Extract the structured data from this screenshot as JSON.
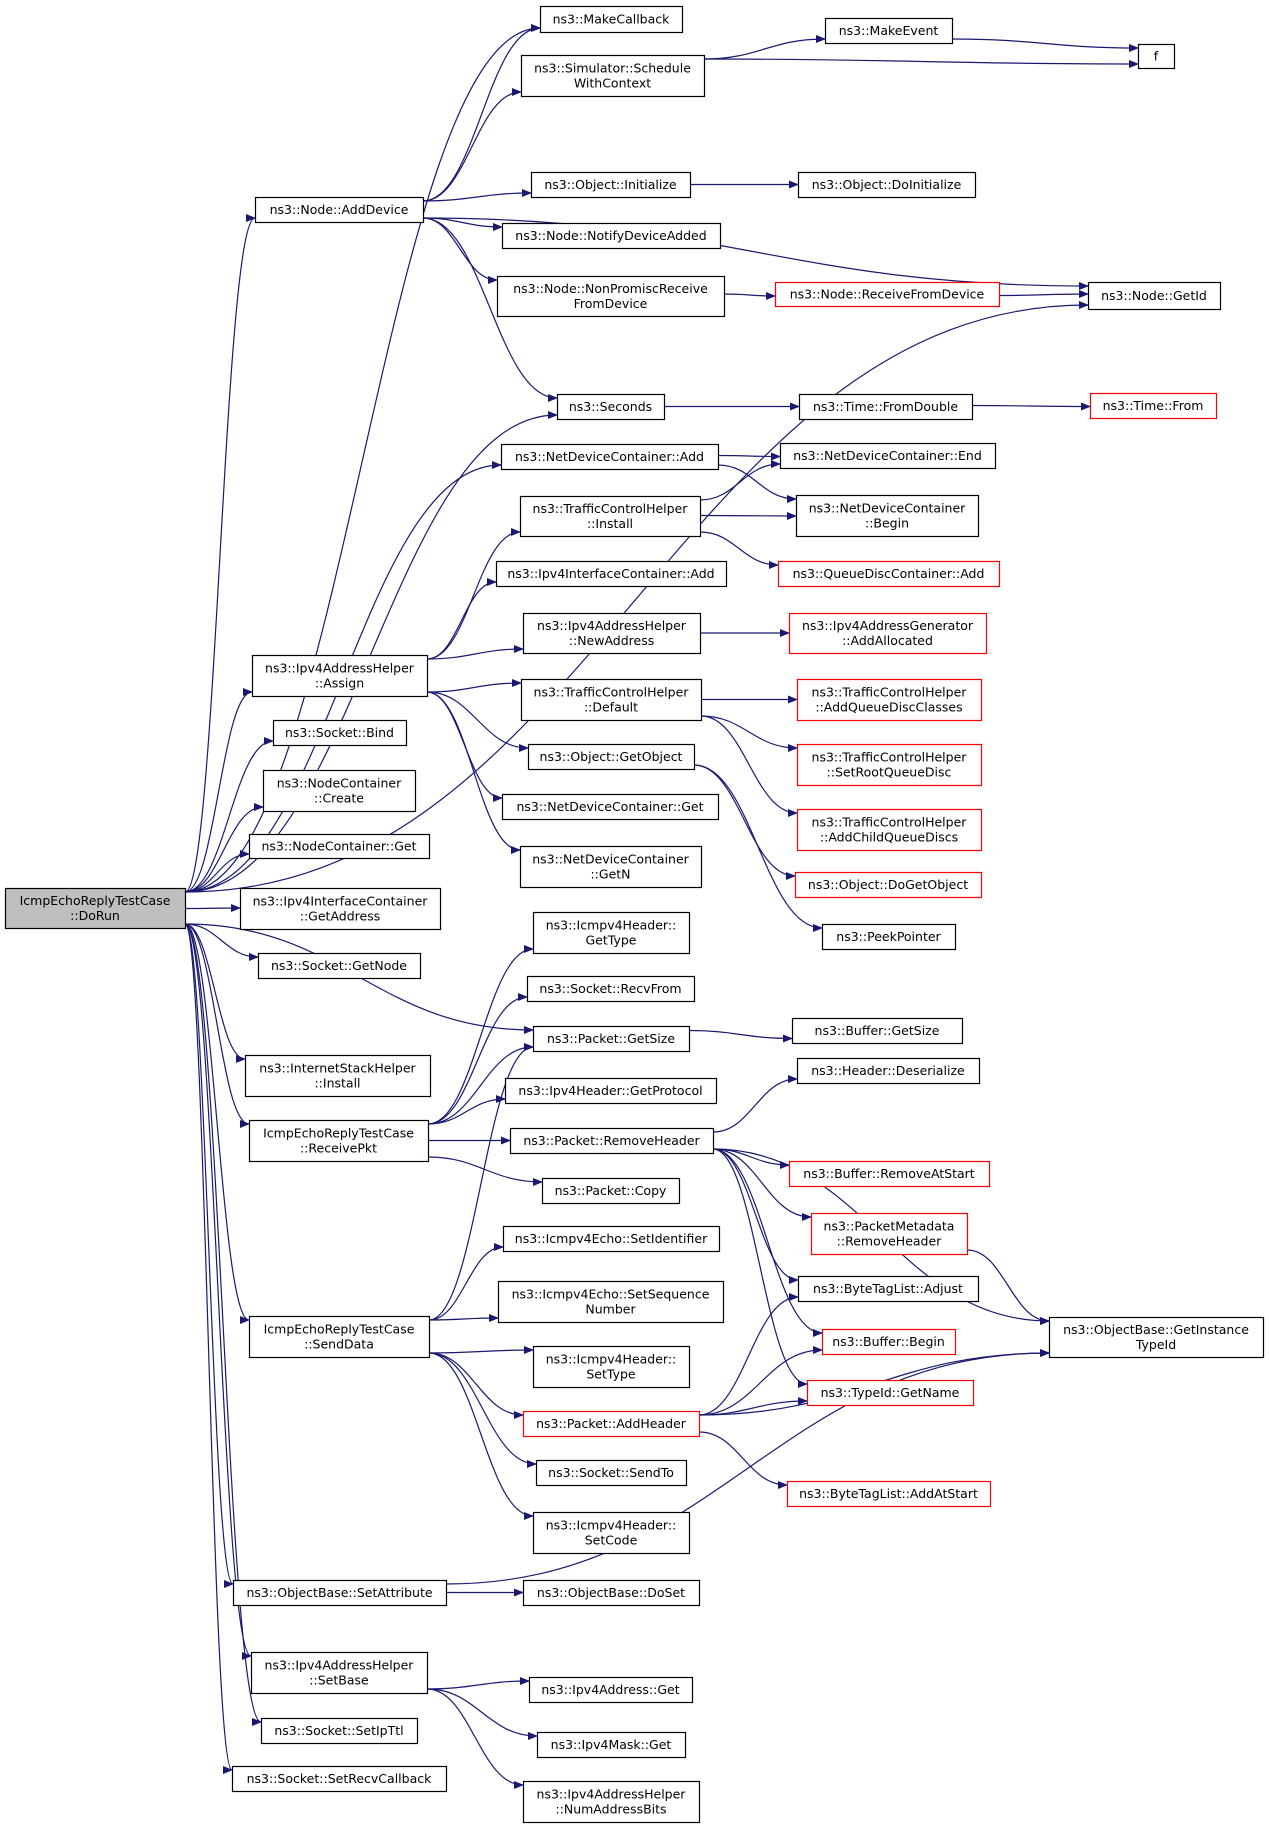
{
  "colors": {
    "edge": "#191970",
    "box_border_default": "#000000",
    "box_border_truncated": "#ff0000",
    "root_fill": "#bfbfbf",
    "box_fill": "#ffffff",
    "text": "#000000"
  },
  "nodes": [
    {
      "id": "root",
      "lines": [
        "IcmpEchoReplyTestCase",
        "::DoRun"
      ],
      "style": "root"
    },
    {
      "id": "makecallback",
      "lines": [
        "ns3::MakeCallback"
      ],
      "style": "normal"
    },
    {
      "id": "schedwc",
      "lines": [
        "ns3::Simulator::Schedule",
        "WithContext"
      ],
      "style": "normal"
    },
    {
      "id": "makeevent",
      "lines": [
        "ns3::MakeEvent"
      ],
      "style": "normal"
    },
    {
      "id": "f",
      "lines": [
        "f"
      ],
      "style": "normal"
    },
    {
      "id": "adddevice",
      "lines": [
        "ns3::Node::AddDevice"
      ],
      "style": "normal"
    },
    {
      "id": "objinit",
      "lines": [
        "ns3::Object::Initialize"
      ],
      "style": "normal"
    },
    {
      "id": "doinit",
      "lines": [
        "ns3::Object::DoInitialize"
      ],
      "style": "normal"
    },
    {
      "id": "notifydev",
      "lines": [
        "ns3::Node::NotifyDeviceAdded"
      ],
      "style": "normal"
    },
    {
      "id": "nonpromisc",
      "lines": [
        "ns3::Node::NonPromiscReceive",
        "FromDevice"
      ],
      "style": "normal"
    },
    {
      "id": "recvfromdev",
      "lines": [
        "ns3::Node::ReceiveFromDevice"
      ],
      "style": "red"
    },
    {
      "id": "getid",
      "lines": [
        "ns3::Node::GetId"
      ],
      "style": "normal"
    },
    {
      "id": "seconds",
      "lines": [
        "ns3::Seconds"
      ],
      "style": "normal"
    },
    {
      "id": "fromdouble",
      "lines": [
        "ns3::Time::FromDouble"
      ],
      "style": "normal"
    },
    {
      "id": "timefrom",
      "lines": [
        "ns3::Time::From"
      ],
      "style": "red"
    },
    {
      "id": "ndcadd",
      "lines": [
        "ns3::NetDeviceContainer::Add"
      ],
      "style": "normal"
    },
    {
      "id": "ndcend",
      "lines": [
        "ns3::NetDeviceContainer::End"
      ],
      "style": "normal"
    },
    {
      "id": "tchinstall",
      "lines": [
        "ns3::TrafficControlHelper",
        "::Install"
      ],
      "style": "normal"
    },
    {
      "id": "ndcbegin",
      "lines": [
        "ns3::NetDeviceContainer",
        "::Begin"
      ],
      "style": "normal"
    },
    {
      "id": "qdcadd",
      "lines": [
        "ns3::QueueDiscContainer::Add"
      ],
      "style": "red"
    },
    {
      "id": "ipv4icadd",
      "lines": [
        "ns3::Ipv4InterfaceContainer::Add"
      ],
      "style": "normal"
    },
    {
      "id": "newaddress",
      "lines": [
        "ns3::Ipv4AddressHelper",
        "::NewAddress"
      ],
      "style": "normal"
    },
    {
      "id": "addallocated",
      "lines": [
        "ns3::Ipv4AddressGenerator",
        "::AddAllocated"
      ],
      "style": "red"
    },
    {
      "id": "assign",
      "lines": [
        "ns3::Ipv4AddressHelper",
        "::Assign"
      ],
      "style": "normal"
    },
    {
      "id": "tchdefault",
      "lines": [
        "ns3::TrafficControlHelper",
        "::Default"
      ],
      "style": "normal"
    },
    {
      "id": "addqdclasses",
      "lines": [
        "ns3::TrafficControlHelper",
        "::AddQueueDiscClasses"
      ],
      "style": "red"
    },
    {
      "id": "bind",
      "lines": [
        "ns3::Socket::Bind"
      ],
      "style": "normal"
    },
    {
      "id": "getobject",
      "lines": [
        "ns3::Object::GetObject"
      ],
      "style": "normal"
    },
    {
      "id": "setrootqd",
      "lines": [
        "ns3::TrafficControlHelper",
        "::SetRootQueueDisc"
      ],
      "style": "red"
    },
    {
      "id": "nccreate",
      "lines": [
        "ns3::NodeContainer",
        "::Create"
      ],
      "style": "normal"
    },
    {
      "id": "ndcget",
      "lines": [
        "ns3::NetDeviceContainer::Get"
      ],
      "style": "normal"
    },
    {
      "id": "addchildqd",
      "lines": [
        "ns3::TrafficControlHelper",
        "::AddChildQueueDiscs"
      ],
      "style": "red"
    },
    {
      "id": "ncget",
      "lines": [
        "ns3::NodeContainer::Get"
      ],
      "style": "normal"
    },
    {
      "id": "ndcgetn",
      "lines": [
        "ns3::NetDeviceContainer",
        "::GetN"
      ],
      "style": "normal"
    },
    {
      "id": "dogetobject",
      "lines": [
        "ns3::Object::DoGetObject"
      ],
      "style": "red"
    },
    {
      "id": "ipv4icgetaddr",
      "lines": [
        "ns3::Ipv4InterfaceContainer",
        "::GetAddress"
      ],
      "style": "normal"
    },
    {
      "id": "icmpgettype",
      "lines": [
        "ns3::Icmpv4Header::",
        "GetType"
      ],
      "style": "normal"
    },
    {
      "id": "peekpointer",
      "lines": [
        "ns3::PeekPointer"
      ],
      "style": "normal"
    },
    {
      "id": "getnode",
      "lines": [
        "ns3::Socket::GetNode"
      ],
      "style": "normal"
    },
    {
      "id": "recvfrom",
      "lines": [
        "ns3::Socket::RecvFrom"
      ],
      "style": "normal"
    },
    {
      "id": "pktgetsize",
      "lines": [
        "ns3::Packet::GetSize"
      ],
      "style": "normal"
    },
    {
      "id": "bufgetsize",
      "lines": [
        "ns3::Buffer::GetSize"
      ],
      "style": "normal"
    },
    {
      "id": "ishinstall",
      "lines": [
        "ns3::InternetStackHelper",
        "::Install"
      ],
      "style": "normal"
    },
    {
      "id": "hdrdeser",
      "lines": [
        "ns3::Header::Deserialize"
      ],
      "style": "normal"
    },
    {
      "id": "ipv4hgetproto",
      "lines": [
        "ns3::Ipv4Header::GetProtocol"
      ],
      "style": "normal"
    },
    {
      "id": "receivepkt",
      "lines": [
        "IcmpEchoReplyTestCase",
        "::ReceivePkt"
      ],
      "style": "normal"
    },
    {
      "id": "removeheader",
      "lines": [
        "ns3::Packet::RemoveHeader"
      ],
      "style": "normal"
    },
    {
      "id": "bufremoveatstart",
      "lines": [
        "ns3::Buffer::RemoveAtStart"
      ],
      "style": "red"
    },
    {
      "id": "pktcopy",
      "lines": [
        "ns3::Packet::Copy"
      ],
      "style": "normal"
    },
    {
      "id": "pmremovehdr",
      "lines": [
        "ns3::PacketMetadata",
        "::RemoveHeader"
      ],
      "style": "red"
    },
    {
      "id": "setidentifier",
      "lines": [
        "ns3::Icmpv4Echo::SetIdentifier"
      ],
      "style": "normal"
    },
    {
      "id": "setseq",
      "lines": [
        "ns3::Icmpv4Echo::SetSequence",
        "Number"
      ],
      "style": "normal"
    },
    {
      "id": "btladjust",
      "lines": [
        "ns3::ByteTagList::Adjust"
      ],
      "style": "normal"
    },
    {
      "id": "getinstance",
      "lines": [
        "ns3::ObjectBase::GetInstance",
        "TypeId"
      ],
      "style": "normal"
    },
    {
      "id": "senddata",
      "lines": [
        "IcmpEchoReplyTestCase",
        "::SendData"
      ],
      "style": "normal"
    },
    {
      "id": "bufbegin",
      "lines": [
        "ns3::Buffer::Begin"
      ],
      "style": "red"
    },
    {
      "id": "settype",
      "lines": [
        "ns3::Icmpv4Header::",
        "SetType"
      ],
      "style": "normal"
    },
    {
      "id": "typeidgetname",
      "lines": [
        "ns3::TypeId::GetName"
      ],
      "style": "red"
    },
    {
      "id": "addheader",
      "lines": [
        "ns3::Packet::AddHeader"
      ],
      "style": "red"
    },
    {
      "id": "sendto",
      "lines": [
        "ns3::Socket::SendTo"
      ],
      "style": "normal"
    },
    {
      "id": "btladdatstart",
      "lines": [
        "ns3::ByteTagList::AddAtStart"
      ],
      "style": "red"
    },
    {
      "id": "setcode",
      "lines": [
        "ns3::Icmpv4Header::",
        "SetCode"
      ],
      "style": "normal"
    },
    {
      "id": "setattribute",
      "lines": [
        "ns3::ObjectBase::SetAttribute"
      ],
      "style": "normal"
    },
    {
      "id": "doset",
      "lines": [
        "ns3::ObjectBase::DoSet"
      ],
      "style": "normal"
    },
    {
      "id": "setbase",
      "lines": [
        "ns3::Ipv4AddressHelper",
        "::SetBase"
      ],
      "style": "normal"
    },
    {
      "id": "ipv4addrget",
      "lines": [
        "ns3::Ipv4Address::Get"
      ],
      "style": "normal"
    },
    {
      "id": "setipttl",
      "lines": [
        "ns3::Socket::SetIpTtl"
      ],
      "style": "normal"
    },
    {
      "id": "ipv4maskget",
      "lines": [
        "ns3::Ipv4Mask::Get"
      ],
      "style": "normal"
    },
    {
      "id": "setrecvcb",
      "lines": [
        "ns3::Socket::SetRecvCallback"
      ],
      "style": "normal"
    },
    {
      "id": "numaddrbits",
      "lines": [
        "ns3::Ipv4AddressHelper",
        "::NumAddressBits"
      ],
      "style": "normal"
    }
  ],
  "edges": [
    [
      "root",
      "makecallback"
    ],
    [
      "root",
      "adddevice"
    ],
    [
      "root",
      "getid"
    ],
    [
      "root",
      "seconds"
    ],
    [
      "root",
      "ndcadd"
    ],
    [
      "root",
      "assign"
    ],
    [
      "root",
      "bind"
    ],
    [
      "root",
      "nccreate"
    ],
    [
      "root",
      "ncget"
    ],
    [
      "root",
      "ipv4icgetaddr"
    ],
    [
      "root",
      "getnode"
    ],
    [
      "root",
      "pktgetsize"
    ],
    [
      "root",
      "ishinstall"
    ],
    [
      "root",
      "receivepkt"
    ],
    [
      "root",
      "senddata"
    ],
    [
      "root",
      "setattribute"
    ],
    [
      "root",
      "setbase"
    ],
    [
      "root",
      "setipttl"
    ],
    [
      "root",
      "setrecvcb"
    ],
    [
      "schedwc",
      "makeevent"
    ],
    [
      "schedwc",
      "f"
    ],
    [
      "makeevent",
      "f"
    ],
    [
      "adddevice",
      "makecallback"
    ],
    [
      "adddevice",
      "schedwc"
    ],
    [
      "adddevice",
      "getid"
    ],
    [
      "adddevice",
      "objinit"
    ],
    [
      "adddevice",
      "notifydev"
    ],
    [
      "adddevice",
      "nonpromisc"
    ],
    [
      "adddevice",
      "seconds"
    ],
    [
      "objinit",
      "doinit"
    ],
    [
      "nonpromisc",
      "recvfromdev"
    ],
    [
      "recvfromdev",
      "getid"
    ],
    [
      "seconds",
      "fromdouble"
    ],
    [
      "fromdouble",
      "timefrom"
    ],
    [
      "ndcadd",
      "ndcend"
    ],
    [
      "ndcadd",
      "ndcbegin"
    ],
    [
      "tchinstall",
      "ndcend"
    ],
    [
      "tchinstall",
      "ndcbegin"
    ],
    [
      "tchinstall",
      "qdcadd"
    ],
    [
      "assign",
      "tchinstall"
    ],
    [
      "assign",
      "ipv4icadd"
    ],
    [
      "assign",
      "newaddress"
    ],
    [
      "assign",
      "tchdefault"
    ],
    [
      "assign",
      "getobject"
    ],
    [
      "assign",
      "ndcget"
    ],
    [
      "assign",
      "ndcgetn"
    ],
    [
      "newaddress",
      "addallocated"
    ],
    [
      "tchdefault",
      "addqdclasses"
    ],
    [
      "tchdefault",
      "setrootqd"
    ],
    [
      "tchdefault",
      "addchildqd"
    ],
    [
      "getobject",
      "dogetobject"
    ],
    [
      "getobject",
      "peekpointer"
    ],
    [
      "pktgetsize",
      "bufgetsize"
    ],
    [
      "receivepkt",
      "icmpgettype"
    ],
    [
      "receivepkt",
      "recvfrom"
    ],
    [
      "receivepkt",
      "pktgetsize"
    ],
    [
      "receivepkt",
      "ipv4hgetproto"
    ],
    [
      "receivepkt",
      "removeheader"
    ],
    [
      "receivepkt",
      "pktcopy"
    ],
    [
      "removeheader",
      "hdrdeser"
    ],
    [
      "removeheader",
      "getinstance"
    ],
    [
      "removeheader",
      "bufremoveatstart"
    ],
    [
      "removeheader",
      "pmremovehdr"
    ],
    [
      "removeheader",
      "btladjust"
    ],
    [
      "removeheader",
      "bufbegin"
    ],
    [
      "removeheader",
      "typeidgetname"
    ],
    [
      "pmremovehdr",
      "getinstance"
    ],
    [
      "senddata",
      "pktgetsize"
    ],
    [
      "senddata",
      "setidentifier"
    ],
    [
      "senddata",
      "setseq"
    ],
    [
      "senddata",
      "settype"
    ],
    [
      "senddata",
      "addheader"
    ],
    [
      "senddata",
      "sendto"
    ],
    [
      "senddata",
      "setcode"
    ],
    [
      "addheader",
      "btladjust"
    ],
    [
      "addheader",
      "bufbegin"
    ],
    [
      "addheader",
      "typeidgetname"
    ],
    [
      "addheader",
      "getinstance"
    ],
    [
      "addheader",
      "btladdatstart"
    ],
    [
      "setattribute",
      "doset"
    ],
    [
      "setattribute",
      "getinstance"
    ],
    [
      "setbase",
      "ipv4addrget"
    ],
    [
      "setbase",
      "ipv4maskget"
    ],
    [
      "setbase",
      "numaddrbits"
    ]
  ]
}
